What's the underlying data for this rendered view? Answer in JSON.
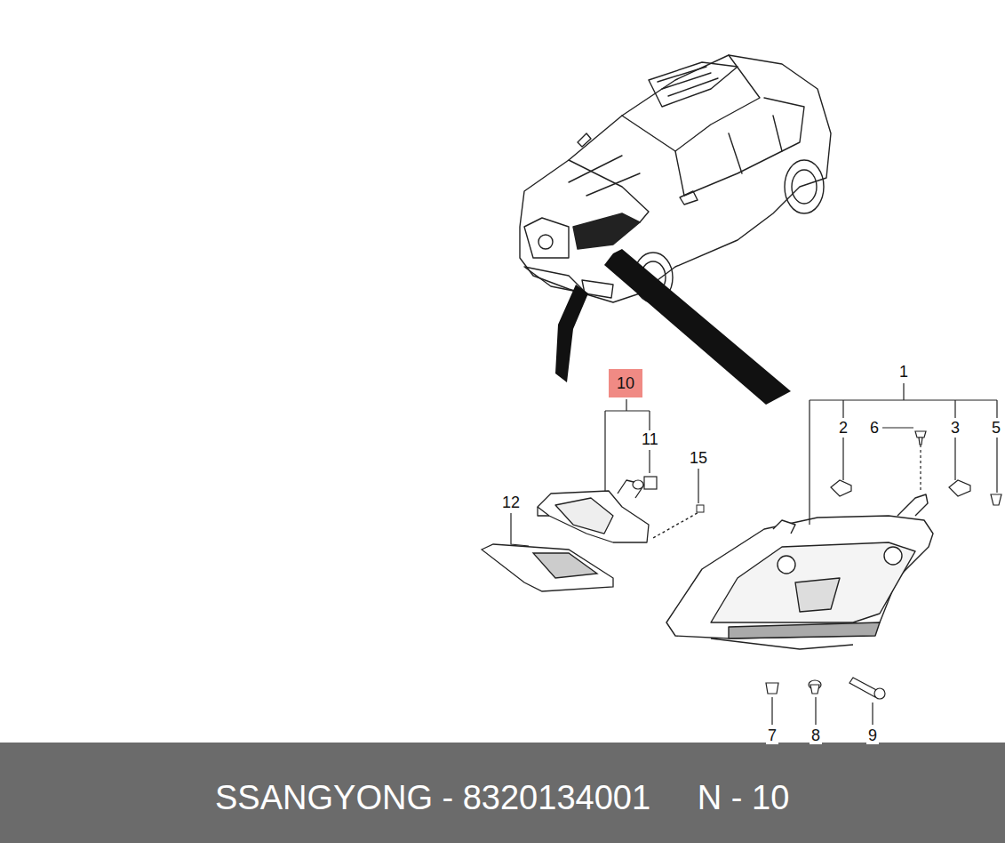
{
  "diagram": {
    "caption": "SSANGYONG - 8320134001     N - 10",
    "nodes": [
      {
        "text": [
          "10"
        ]
      }
    ],
    "labels": [
      "1",
      "2",
      "6",
      "3",
      "5",
      "11",
      "15",
      "12",
      "7",
      "8",
      "9"
    ]
  }
}
